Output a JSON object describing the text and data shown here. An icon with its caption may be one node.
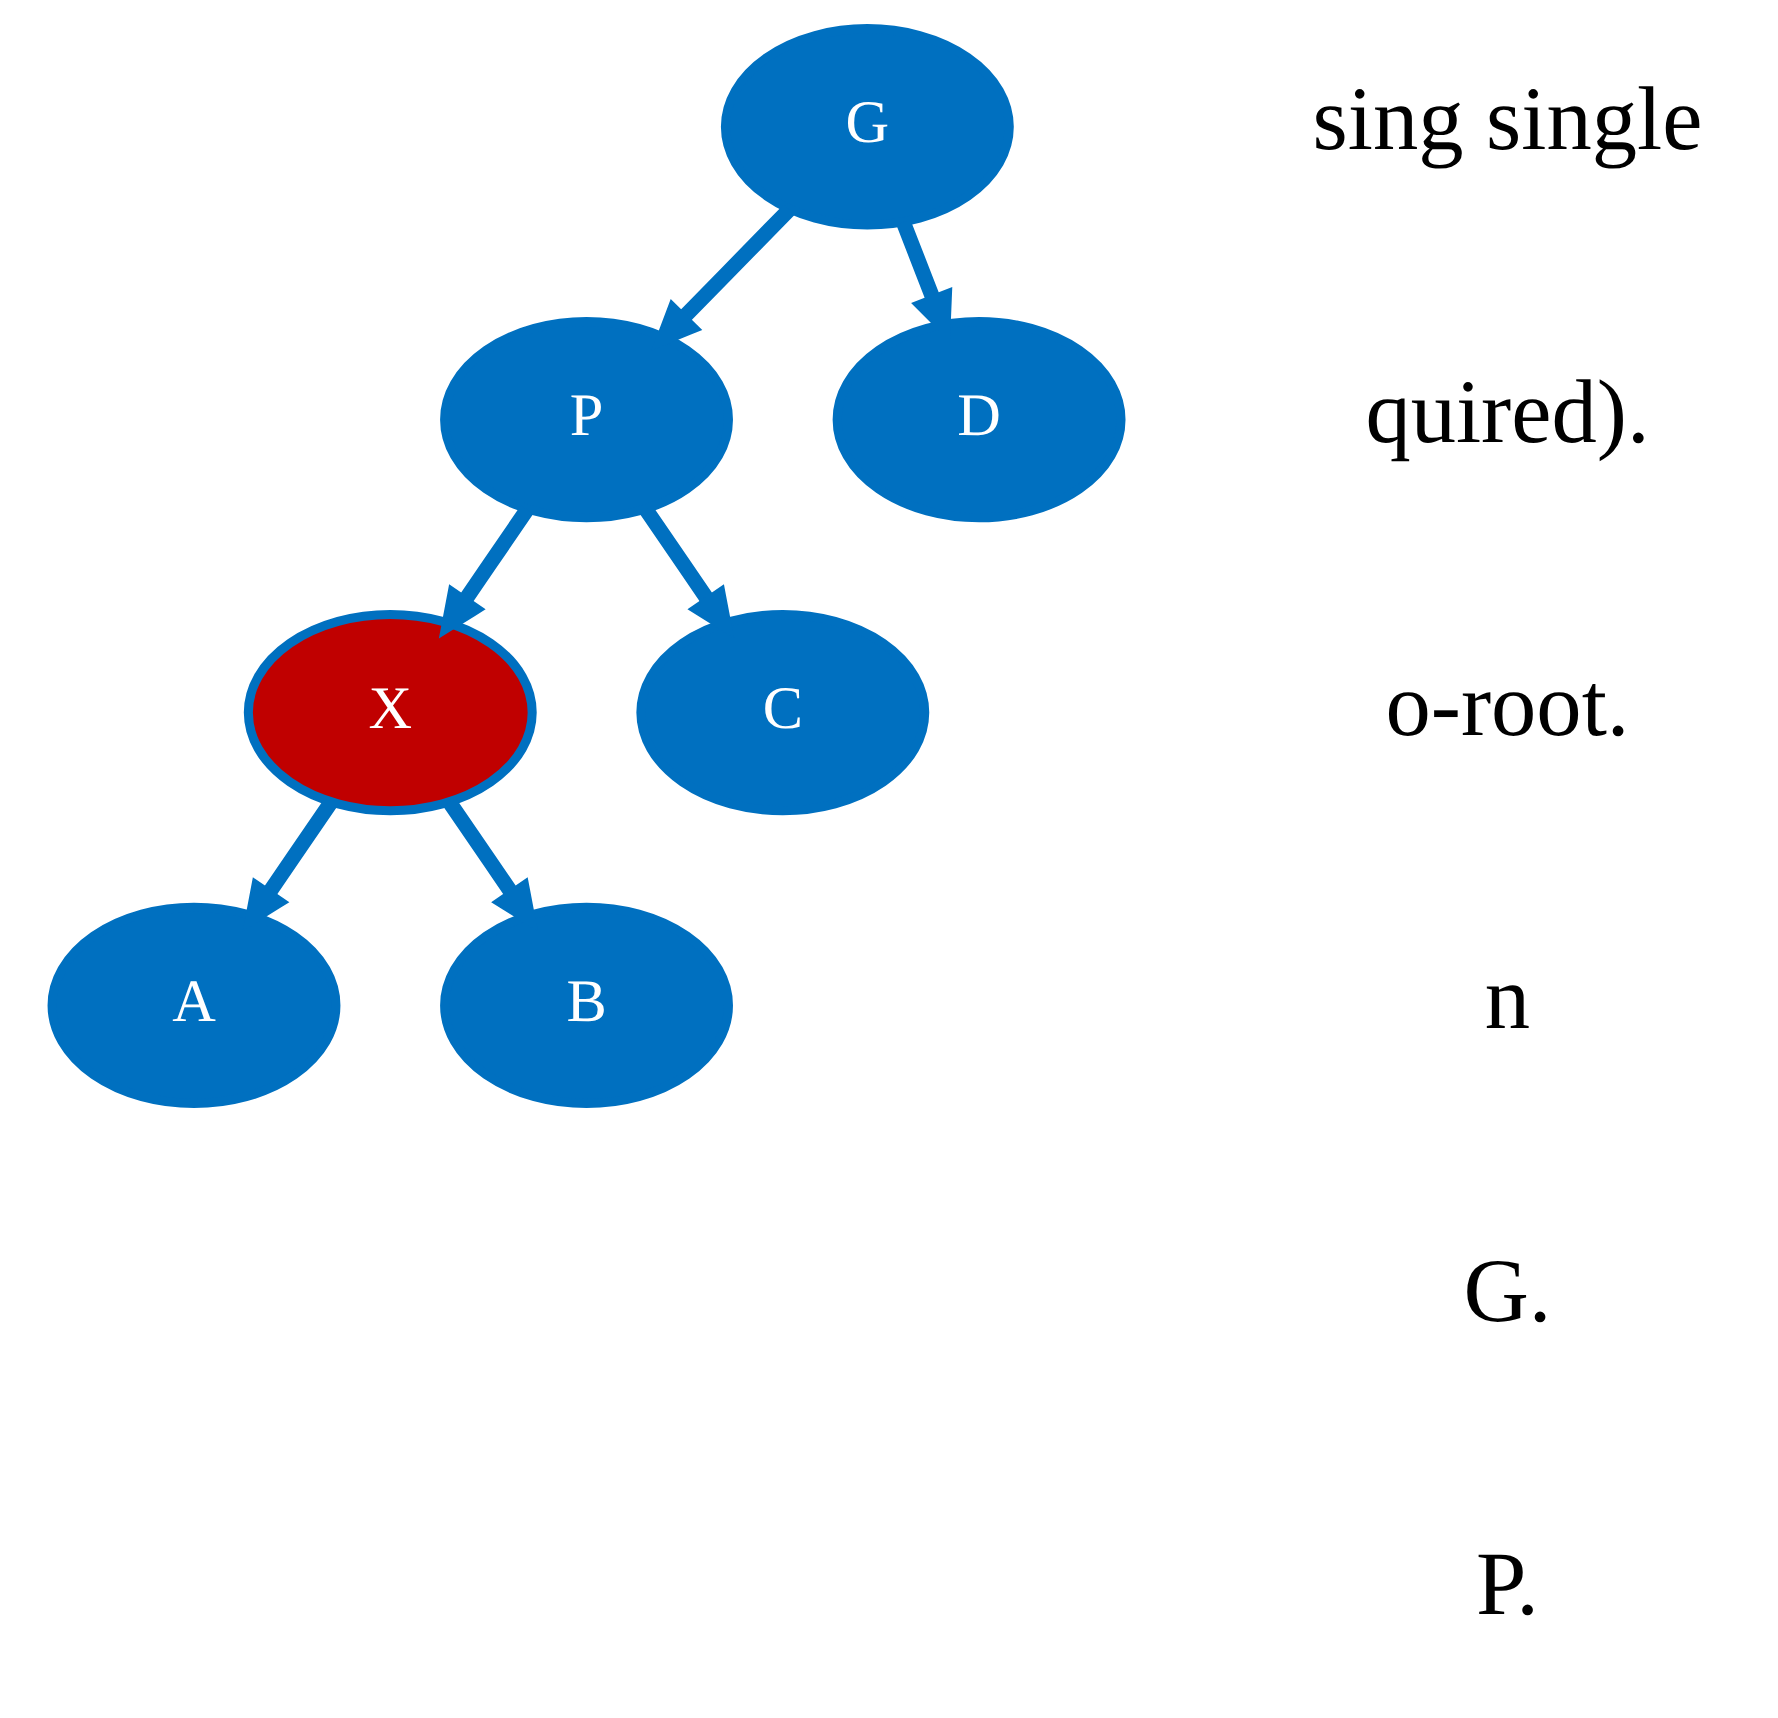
{
  "diagram": {
    "nodes": [
      {
        "text": [
          "G"
        ]
      },
      {
        "text": [
          "P"
        ]
      },
      {
        "text": [
          "D"
        ]
      },
      {
        "text": [
          "X"
        ]
      },
      {
        "text": [
          "C"
        ]
      },
      {
        "text": [
          "A"
        ]
      },
      {
        "text": [
          "B"
        ]
      }
    ],
    "edges": [
      {
        "from": 0,
        "to": 1,
        "arrow": "to"
      },
      {
        "from": 0,
        "to": 2,
        "arrow": "to"
      },
      {
        "from": 1,
        "to": 3,
        "arrow": "to"
      },
      {
        "from": 1,
        "to": 4,
        "arrow": "to"
      },
      {
        "from": 3,
        "to": 5,
        "arrow": "to"
      },
      {
        "from": 3,
        "to": 6,
        "arrow": "to"
      }
    ],
    "labels": [
      "sing single",
      "quired).",
      "o-root.",
      "n",
      "G.",
      "P."
    ]
  }
}
